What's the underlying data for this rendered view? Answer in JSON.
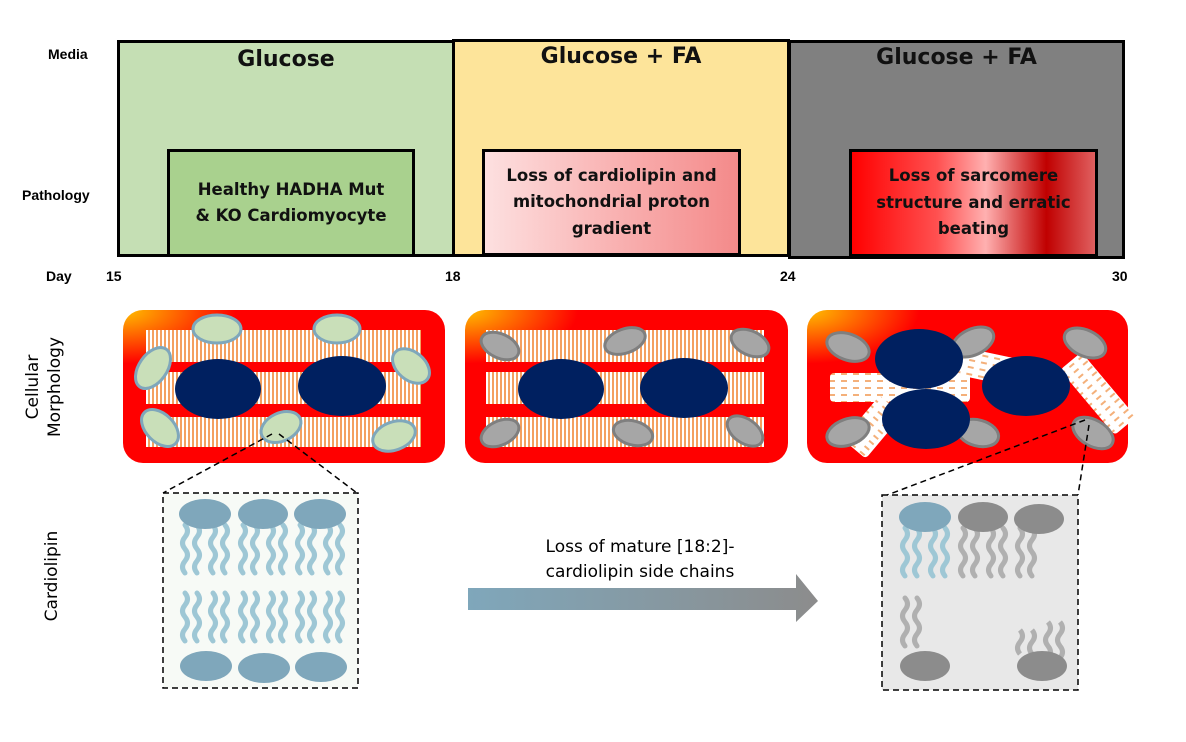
{
  "row_labels": {
    "media": "Media",
    "pathology": "Pathology",
    "day": "Day",
    "cellular_morphology": "Cellular\nMorphology",
    "cardiolipin": "Cardiolipin"
  },
  "days": [
    "15",
    "18",
    "24",
    "30"
  ],
  "phases": [
    {
      "media": "Glucose",
      "media_color": "#c5dfb4",
      "pathology": "Healthy HADHA Mut\n& KO Cardiomyocyte"
    },
    {
      "media": "Glucose + FA",
      "media_color": "#fde49a",
      "pathology": "Loss of cardiolipin and\nmitochondrial proton\ngradient"
    },
    {
      "media": "Glucose + FA",
      "media_color": "#808080",
      "pathology": "Loss of sarcomere\nstructure and erratic\nbeating"
    }
  ],
  "transition": {
    "text": "Loss of mature [18:2]-\ncardiolipin side chains"
  },
  "colors": {
    "cell_body": "#ff0000",
    "nucleus": "#002060",
    "healthy_mito": "#c9dfb9",
    "damaged_mito": "#a6a6a6",
    "healthy_lipid": "#7fa7bb",
    "damaged_lipid": "#8c8c8c"
  }
}
